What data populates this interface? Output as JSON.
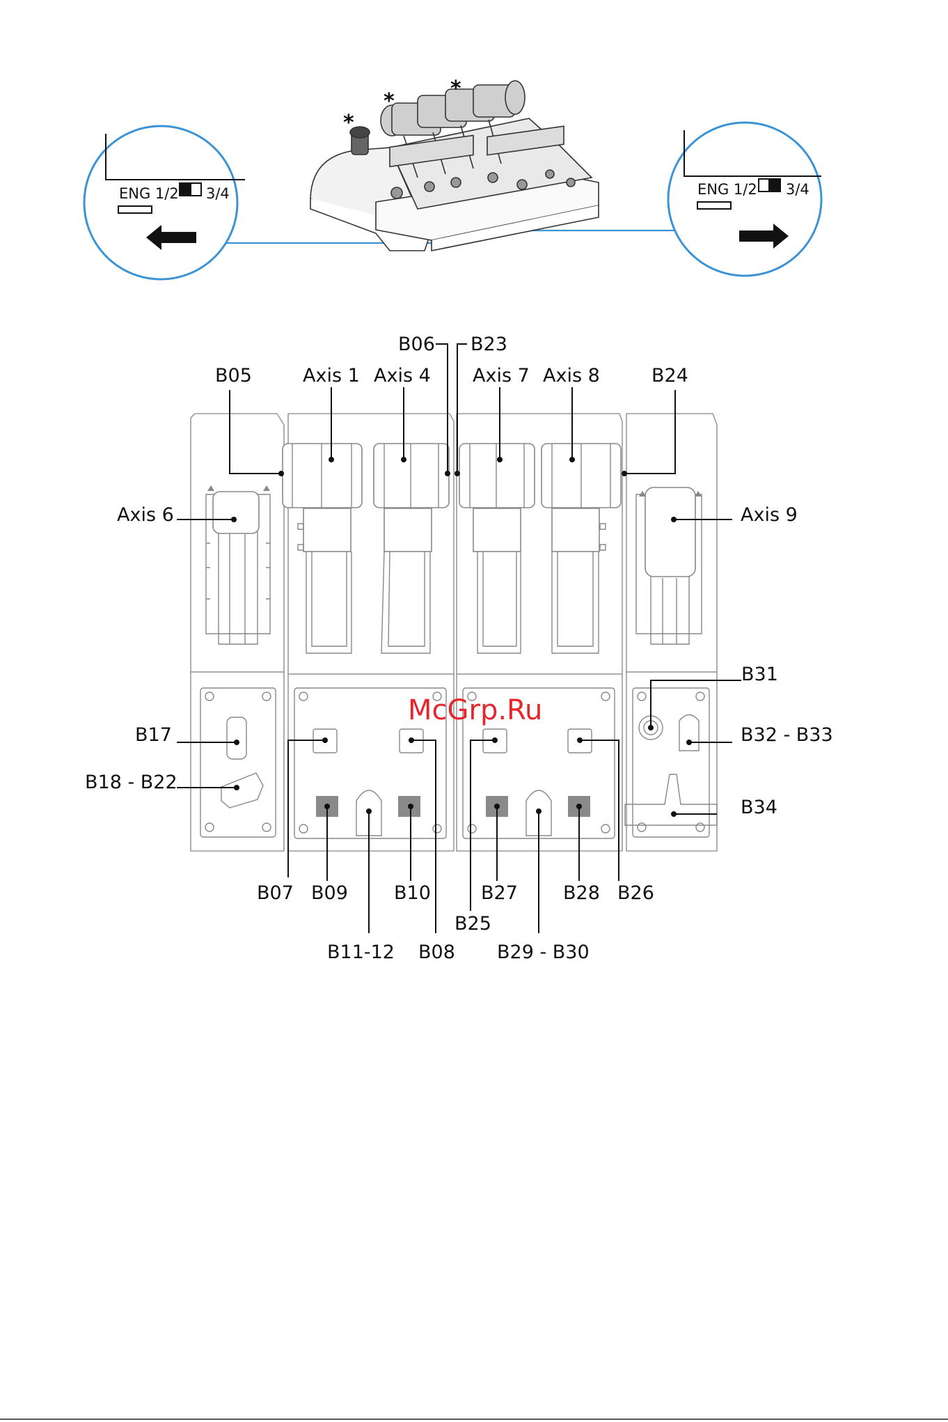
{
  "top_illustration": {
    "asterisks": [
      "*",
      "*",
      "*"
    ],
    "left_switch": {
      "eng_left": "ENG 1/2",
      "eng_right": "3/4"
    },
    "right_switch": {
      "eng_left": "ENG 1/2",
      "eng_right": "3/4"
    },
    "left_arrow": "left-arrow-icon",
    "right_arrow": "right-arrow-icon"
  },
  "labels": {
    "b06": "B06",
    "b23": "B23",
    "b05": "B05",
    "axis1": "Axis 1",
    "axis4": "Axis 4",
    "axis7": "Axis 7",
    "axis8": "Axis 8",
    "b24": "B24",
    "axis6": "Axis 6",
    "axis9": "Axis 9",
    "b31": "B31",
    "b17": "B17",
    "b32_33": "B32 - B33",
    "b18_22": "B18 - B22",
    "b34": "B34",
    "b07": "B07",
    "b09": "B09",
    "b10": "B10",
    "b27": "B27",
    "b28": "B28",
    "b26": "B26",
    "b25": "B25",
    "b11_12": "B11-12",
    "b08": "B08",
    "b29_30": "B29 - B30"
  },
  "watermark": "McGrp.Ru",
  "colors": {
    "callout_circle": "#3a93d6",
    "watermark": "#e8252c",
    "button_fill": "#8a8a8a"
  }
}
